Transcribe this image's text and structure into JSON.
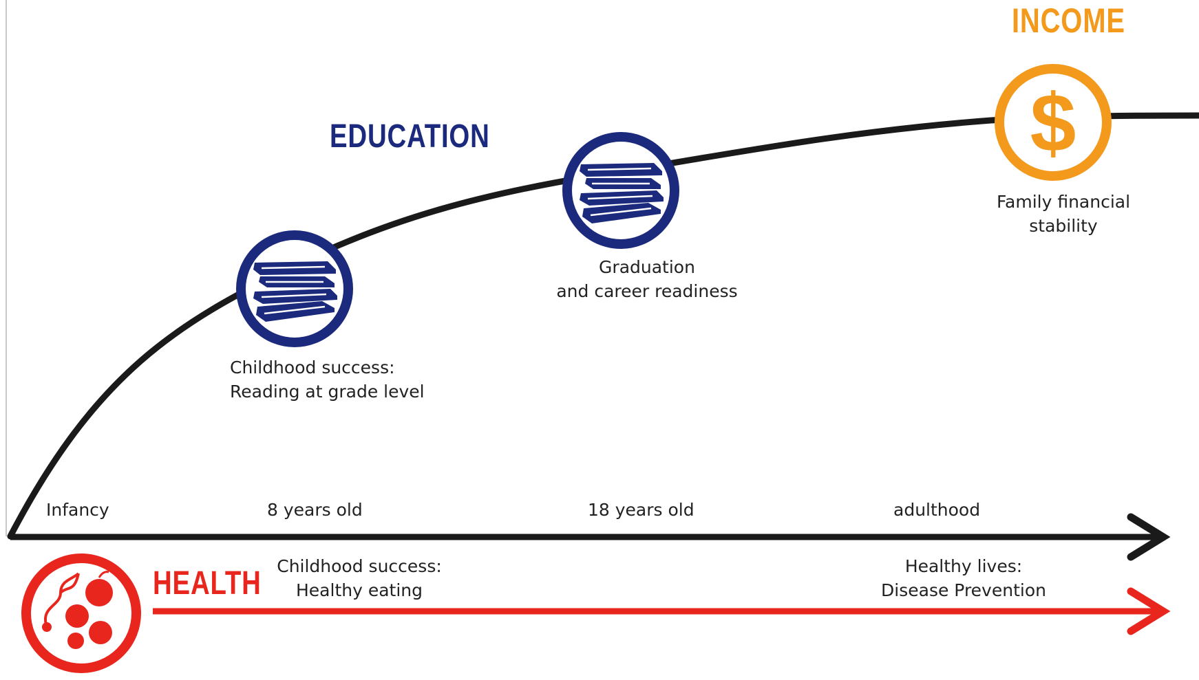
{
  "colors": {
    "education": "#1b2a7c",
    "income": "#f39a1d",
    "health": "#e8261d",
    "curve": "#1a1a1a",
    "text": "#222222"
  },
  "domains": {
    "education": {
      "title": "EDUCATION",
      "icon": "books-icon"
    },
    "income": {
      "title": "INCOME",
      "icon": "dollar-icon"
    },
    "health": {
      "title": "HEALTH",
      "icon": "health-icon"
    }
  },
  "milestones": {
    "childhood_reading": {
      "line1": "Childhood success:",
      "line2": "Reading at grade level"
    },
    "graduation": {
      "line1": "Graduation",
      "line2": "and career readiness"
    },
    "financial": {
      "line1": "Family financial",
      "line2": "stability"
    },
    "healthy_eating": {
      "line1": "Childhood success:",
      "line2": "Healthy eating"
    },
    "healthy_lives": {
      "line1": "Healthy lives:",
      "line2": "Disease Prevention"
    }
  },
  "timeline": [
    "Infancy",
    "8 years old",
    "18 years old",
    "adulthood"
  ]
}
